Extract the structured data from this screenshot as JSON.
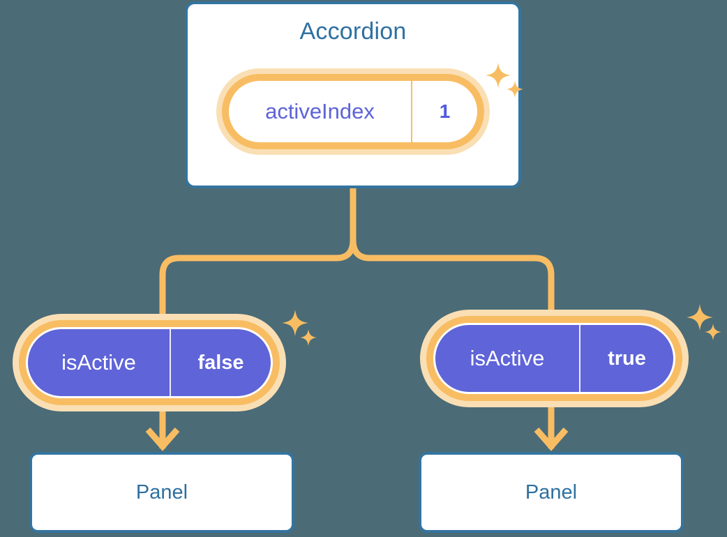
{
  "diagram": {
    "title_node": {
      "label": "Accordion",
      "state_pill": {
        "key": "activeIndex",
        "value": "1"
      }
    },
    "branches": [
      {
        "side": "left",
        "prop_pill": {
          "key": "isActive",
          "value": "false"
        },
        "child": {
          "label": "Panel"
        }
      },
      {
        "side": "right",
        "prop_pill": {
          "key": "isActive",
          "value": "true"
        },
        "child": {
          "label": "Panel"
        }
      }
    ]
  },
  "colors": {
    "background": "#4b6b76",
    "card_border": "#34749f",
    "card_text": "#2e70a0",
    "pill_ring": "#f8bd63",
    "pill_glow": "#fadfb4",
    "pill_fill_purple": "#5f64d8",
    "pill_text_purple": "#5e63d8",
    "connector": "#f8bd63",
    "sparkle": "#f8bd63"
  },
  "icons": {
    "sparkle": "sparkle-icon",
    "arrow_down": "arrow-down-icon"
  }
}
